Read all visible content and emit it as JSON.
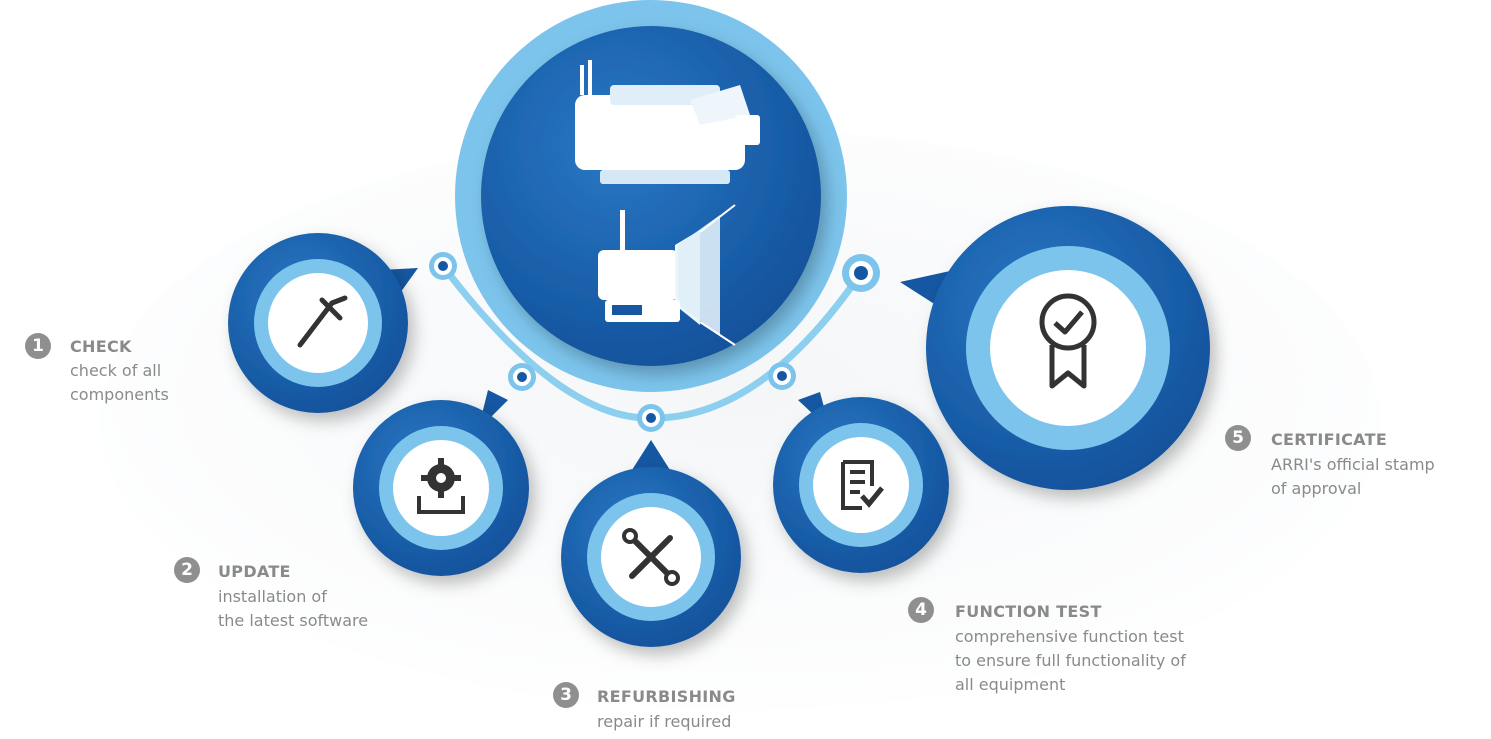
{
  "colors": {
    "bg_blue": "#2f7fc7",
    "dark_blue": "#1557a2",
    "light_blue": "#7cc4ec",
    "pale_blue": "#bfe3f7",
    "icon_gray": "#333333",
    "label_gray": "#8a8a8a",
    "badge_gray": "#8f8f8f"
  },
  "steps": [
    {
      "number": "1",
      "title": "CHECK",
      "desc_line1": "check of all",
      "desc_line2": "components",
      "icon": "caliper-icon"
    },
    {
      "number": "2",
      "title": "UPDATE",
      "desc_line1": "installation of",
      "desc_line2": "the latest software",
      "icon": "gear-download-icon"
    },
    {
      "number": "3",
      "title": "REFURBISHING",
      "desc_line1": "repair if required",
      "icon": "wrench-screwdriver-icon"
    },
    {
      "number": "4",
      "title": "FUNCTION TEST",
      "desc_line1": "comprehensive function test",
      "desc_line2": "to ensure full functionality of",
      "desc_line3": "all equipment",
      "icon": "checklist-icon"
    },
    {
      "number": "5",
      "title": "CERTIFICATE",
      "desc_line1": "ARRI's official stamp",
      "desc_line2": "of approval",
      "icon": "award-icon"
    }
  ],
  "center": {
    "icons": [
      "camera-icon",
      "light-fixture-icon"
    ]
  }
}
